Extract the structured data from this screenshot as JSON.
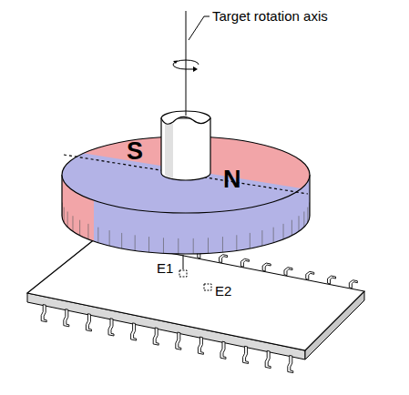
{
  "diagram": {
    "labels": [
      "Target rotation axis",
      "S",
      "N",
      "E1",
      "E2"
    ]
  }
}
